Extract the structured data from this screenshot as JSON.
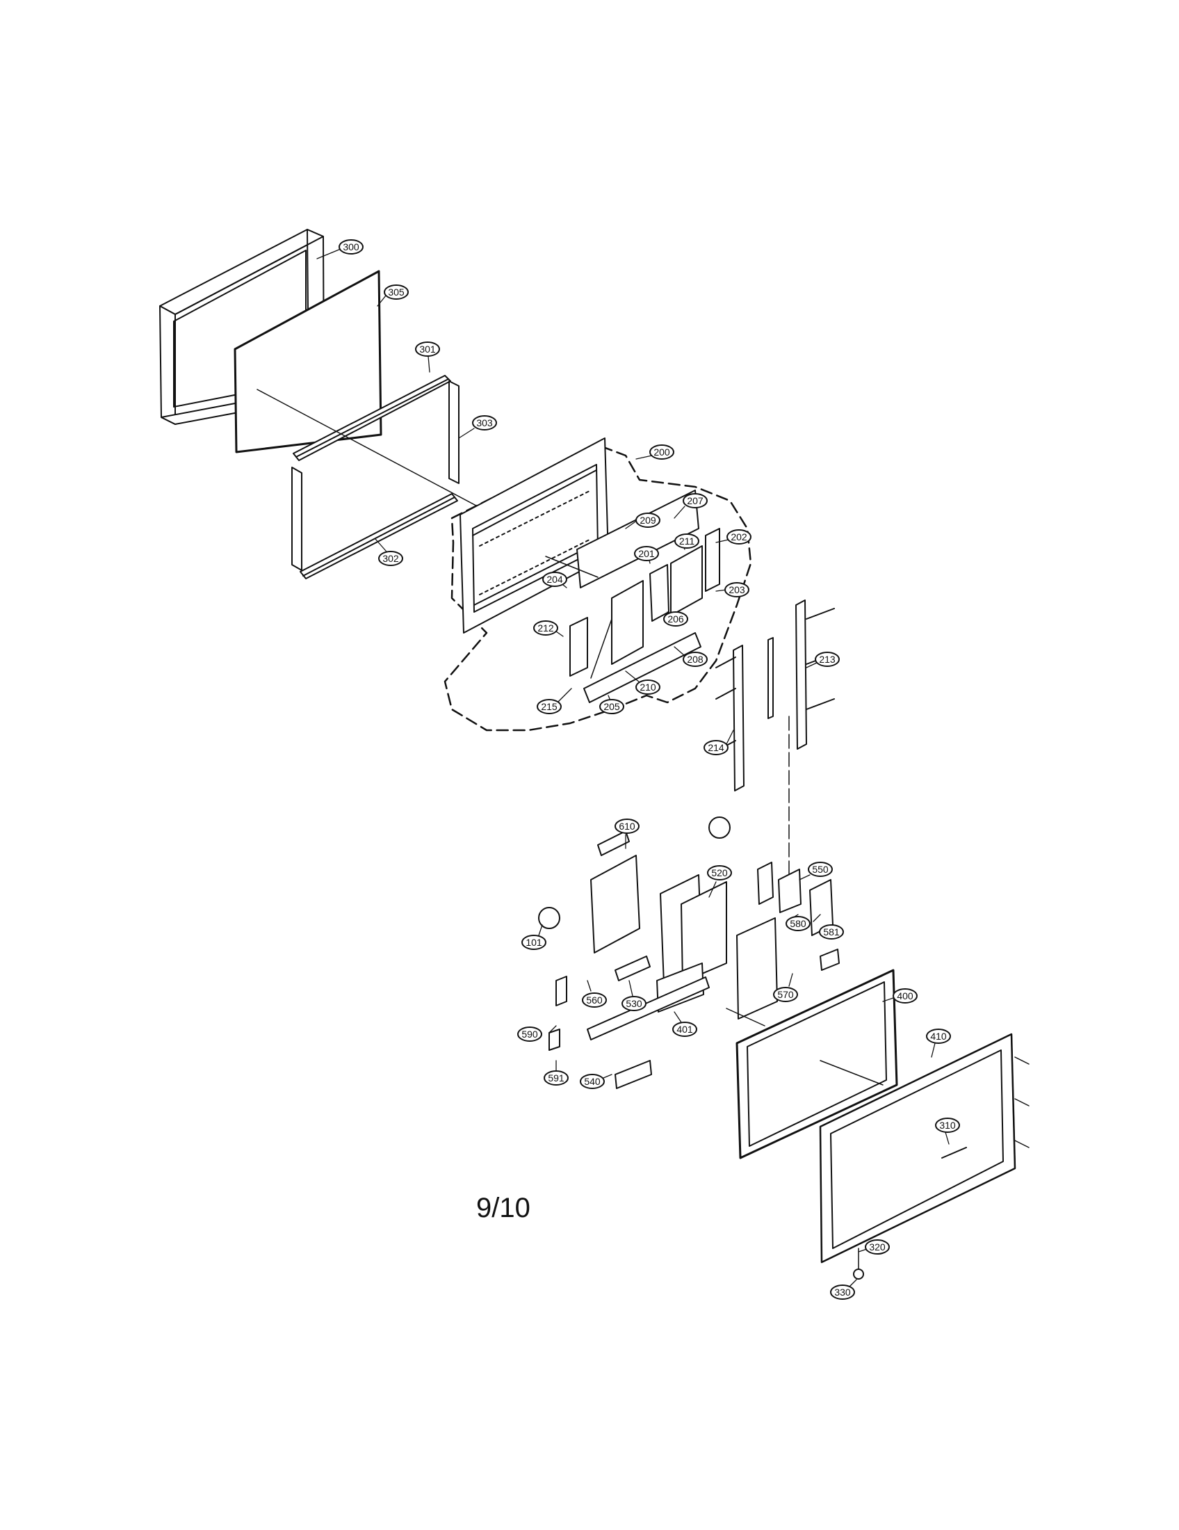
{
  "page_number": "9/10",
  "callouts": {
    "c300": "300",
    "c305": "305",
    "c301": "301",
    "c303": "303",
    "c302": "302",
    "c200": "200",
    "c207": "207",
    "c209": "209",
    "c211": "211",
    "c202": "202",
    "c201": "201",
    "c203": "203",
    "c204": "204",
    "c206": "206",
    "c212": "212",
    "c208": "208",
    "c210": "210",
    "c205": "205",
    "c215": "215",
    "c213": "213",
    "c214": "214",
    "c610": "610",
    "c520": "520",
    "c550": "550",
    "c101": "101",
    "c580": "580",
    "c581": "581",
    "c560": "560",
    "c530": "530",
    "c570": "570",
    "c400": "400",
    "c590": "590",
    "c401": "401",
    "c410": "410",
    "c591": "591",
    "c540": "540",
    "c310": "310",
    "c320": "320",
    "c330": "330"
  }
}
